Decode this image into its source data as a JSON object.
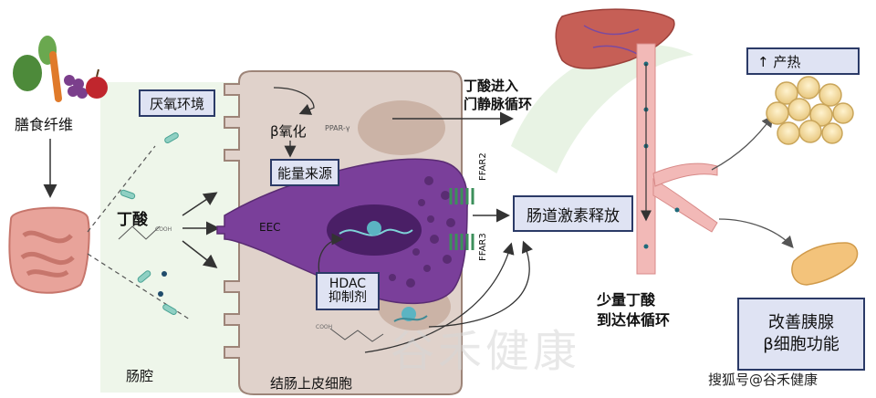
{
  "labels": {
    "dietary_fiber": "膳食纤维",
    "butyrate": "丁酸",
    "lumen": "肠腔",
    "hypoxia": "厌氧环境",
    "beta_oxidation": "β氧化",
    "ppar": "PPAR-γ",
    "energy_source": "能量来源",
    "eec": "EEC",
    "ffar2": "FFAR2",
    "ffar3": "FFAR3",
    "hdac_line1": "HDAC",
    "hdac_line2": "抑制剂",
    "portal_line1": "丁酸进入",
    "portal_line2": "门静脉循环",
    "gut_hormone": "肠道激素释放",
    "systemic_line1": "少量丁酸",
    "systemic_line2": "到达体循环",
    "thermogenesis": "↑ 产热",
    "pancreas_line1": "改善胰腺",
    "pancreas_line2": "β细胞功能",
    "epithelial": "结肠上皮细胞",
    "cooh": "COOH",
    "watermark_cn": "谷禾健康",
    "source": "搜狐号@谷禾健康"
  },
  "colors": {
    "cell_cytoplasm": "#e0d2cb",
    "eec_cell": "#7a3f9a",
    "nucleus": "#4a1f66",
    "label_box_fill": "#dfe3f3",
    "label_box_border": "#2b3a67",
    "liver": "#c65f56",
    "vessel": "#f2b9b7",
    "adipose": "#f2dca4",
    "pancreas": "#f3c37b"
  }
}
